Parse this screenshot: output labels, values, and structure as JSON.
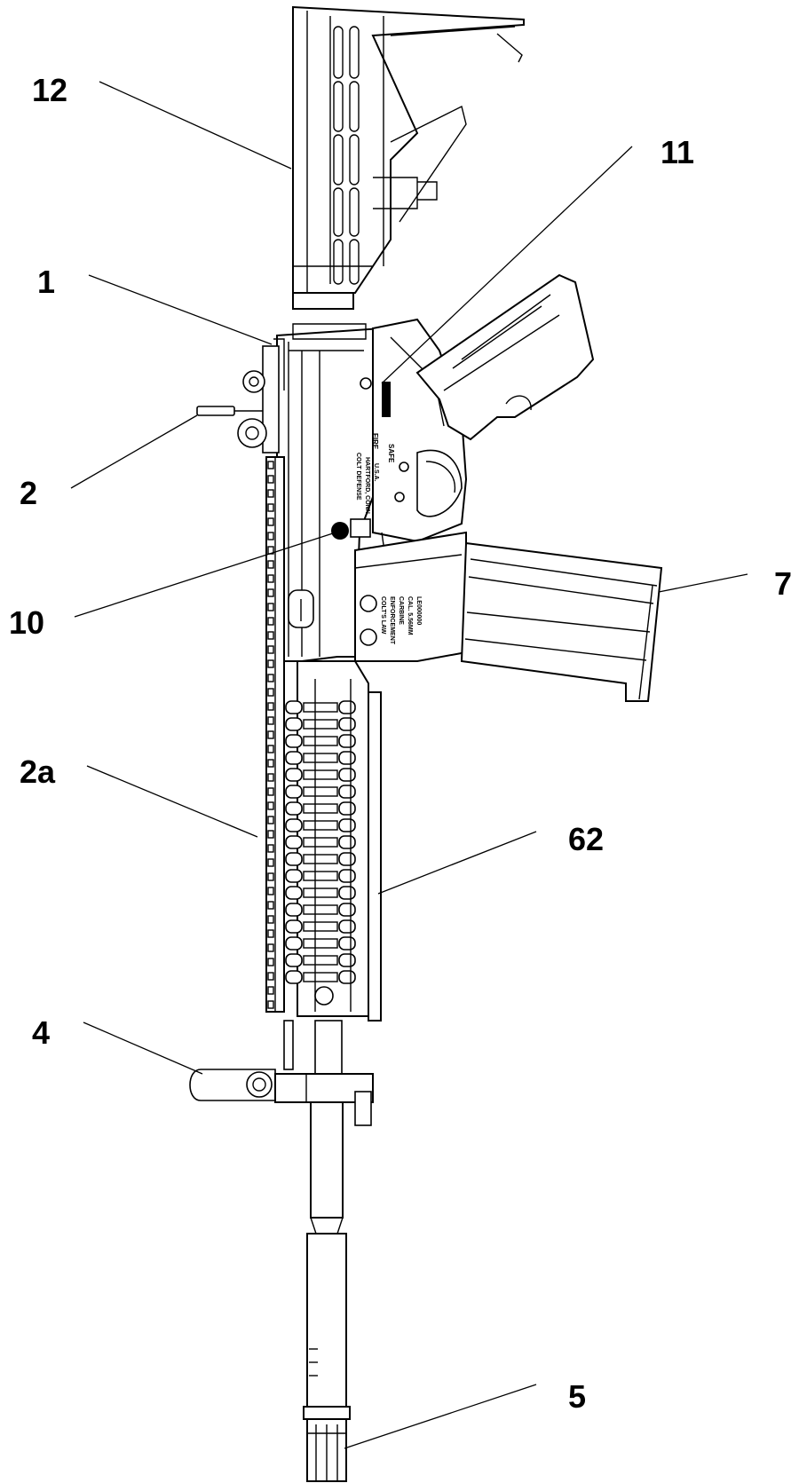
{
  "callouts": [
    {
      "id": "12",
      "label": "12"
    },
    {
      "id": "11",
      "label": "11"
    },
    {
      "id": "1",
      "label": "1"
    },
    {
      "id": "2",
      "label": "2"
    },
    {
      "id": "10",
      "label": "10"
    },
    {
      "id": "7",
      "label": "7"
    },
    {
      "id": "2a",
      "label": "2a"
    },
    {
      "id": "62",
      "label": "62"
    },
    {
      "id": "4",
      "label": "4"
    },
    {
      "id": "5",
      "label": "5"
    }
  ],
  "markings": {
    "fire": "FIRE",
    "safe": "SAFE",
    "receiver_lines": [
      "COLT DEFENSE",
      "HARTFORD, CONN.",
      "U.S.A."
    ],
    "magazine_well_lines": [
      "COLT'S LAW",
      "ENFORCEMENT",
      "CARBINE",
      "CAL. 5.56MM",
      "LE000000"
    ]
  }
}
